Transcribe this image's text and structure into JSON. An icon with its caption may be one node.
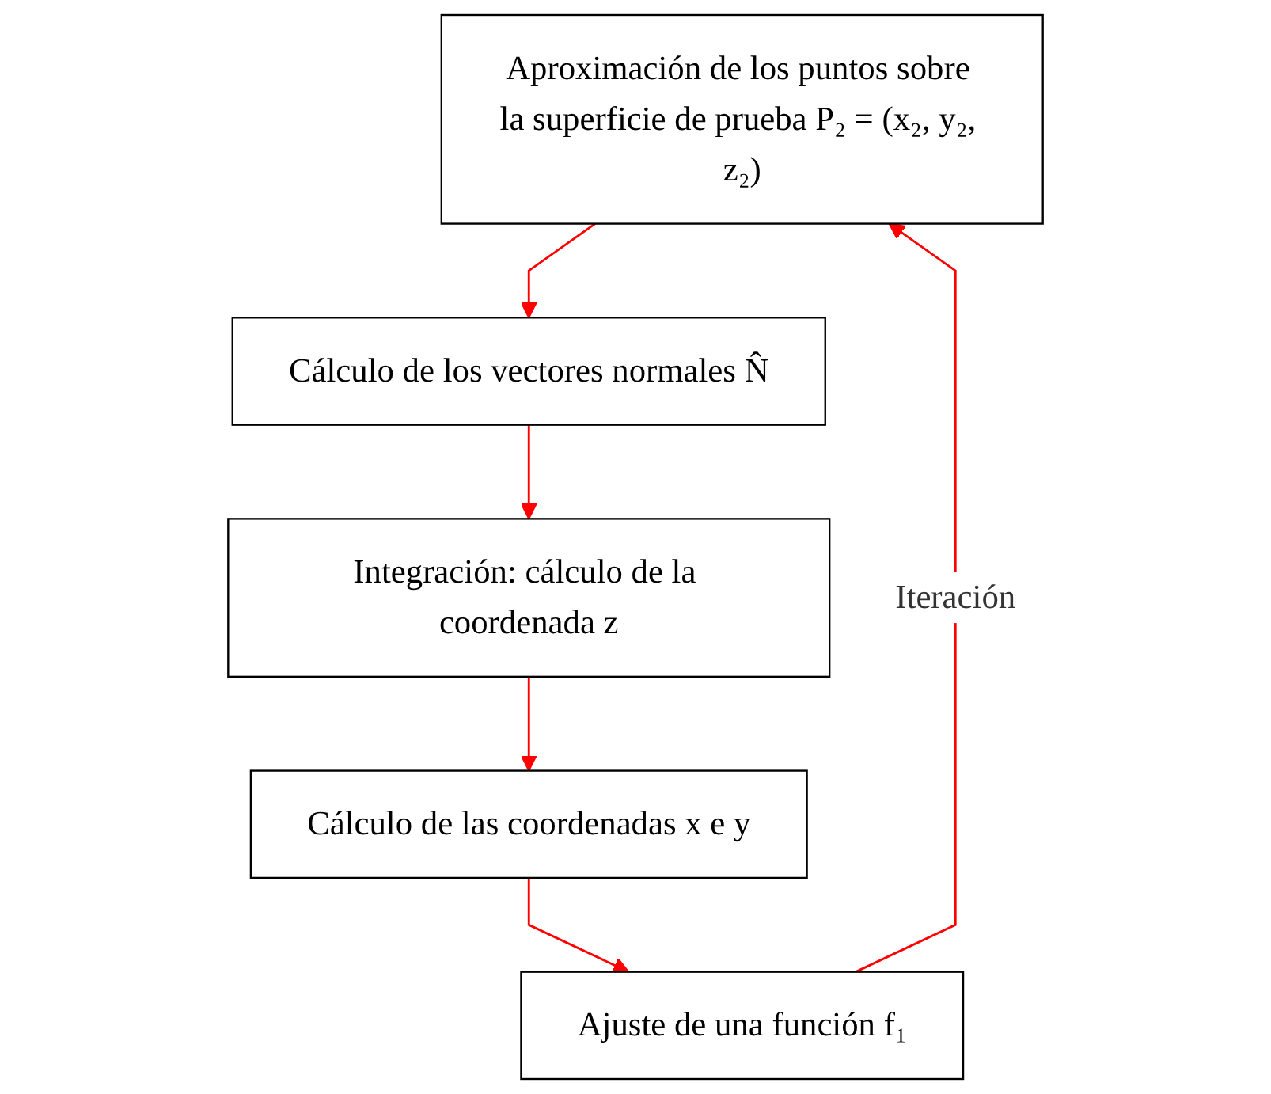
{
  "diagram": {
    "nodes": [
      {
        "text": [
          "Aproximación de los puntos sobre la superficie de prueba P₂ = (x₂, y₂, z₂)"
        ]
      },
      {
        "text": [
          "Cálculo de los vectores normales N̂"
        ]
      },
      {
        "text": [
          "Integración: cálculo de la coordenada z"
        ]
      },
      {
        "text": [
          "Cálculo de las coordenadas x e y"
        ]
      },
      {
        "text": [
          "Ajuste de una función f₁"
        ]
      }
    ],
    "edges": [
      {
        "from": 0,
        "to": 1,
        "arrow": "to"
      },
      {
        "from": 1,
        "to": 2,
        "arrow": "to"
      },
      {
        "from": 2,
        "to": 3,
        "arrow": "to"
      },
      {
        "from": 3,
        "to": 4,
        "arrow": "to"
      },
      {
        "from": 4,
        "to": 0,
        "arrow": "to",
        "label": "Iteración"
      }
    ]
  }
}
